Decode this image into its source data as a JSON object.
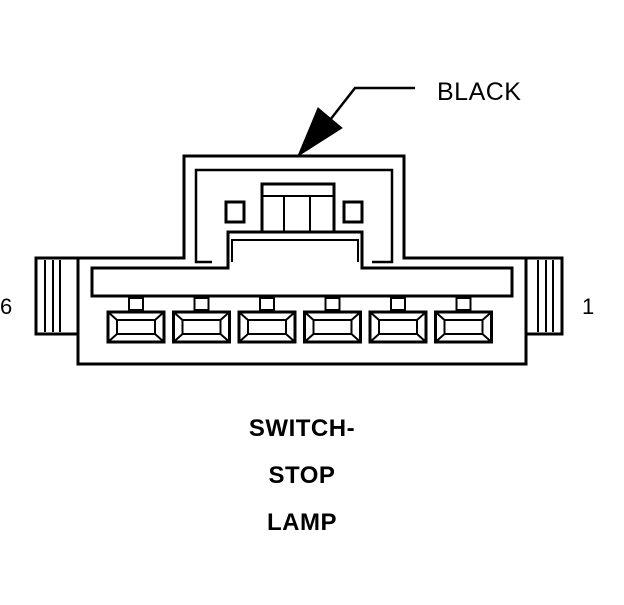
{
  "callout": {
    "label": "BLACK"
  },
  "pin_labels": {
    "left": "6",
    "right": "1"
  },
  "connector_title": {
    "lines": [
      "SWITCH-",
      "STOP",
      "LAMP"
    ]
  },
  "colors": {
    "line": "#000000",
    "fill": "#ffffff"
  },
  "terminal_count": 6
}
